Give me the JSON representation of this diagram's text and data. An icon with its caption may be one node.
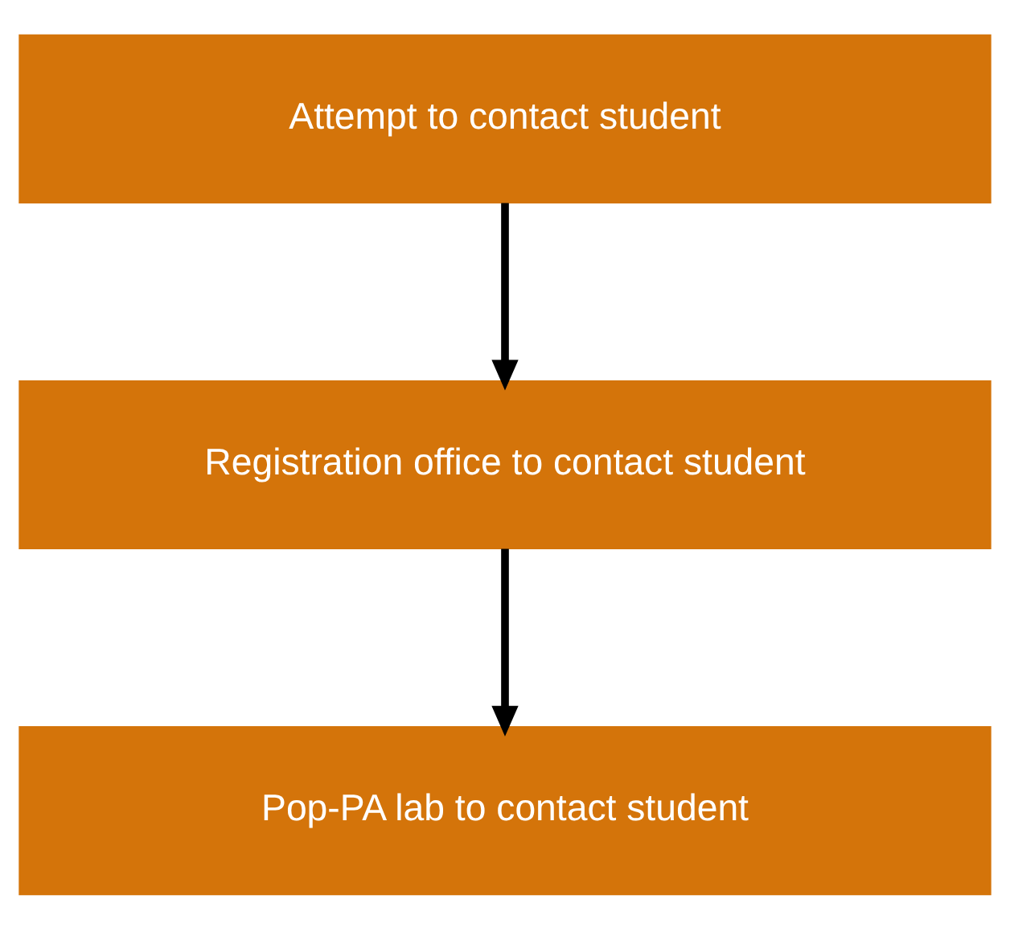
{
  "diagram": {
    "nodes": [
      {
        "text": [
          "Attempt to contact student"
        ]
      },
      {
        "text": [
          "Registration office to contact student"
        ]
      },
      {
        "text": [
          "Pop-PA lab to contact student"
        ]
      }
    ],
    "edges": [
      {
        "from": 0,
        "to": 1,
        "arrow": "to"
      },
      {
        "from": 1,
        "to": 2,
        "arrow": "to"
      }
    ]
  }
}
